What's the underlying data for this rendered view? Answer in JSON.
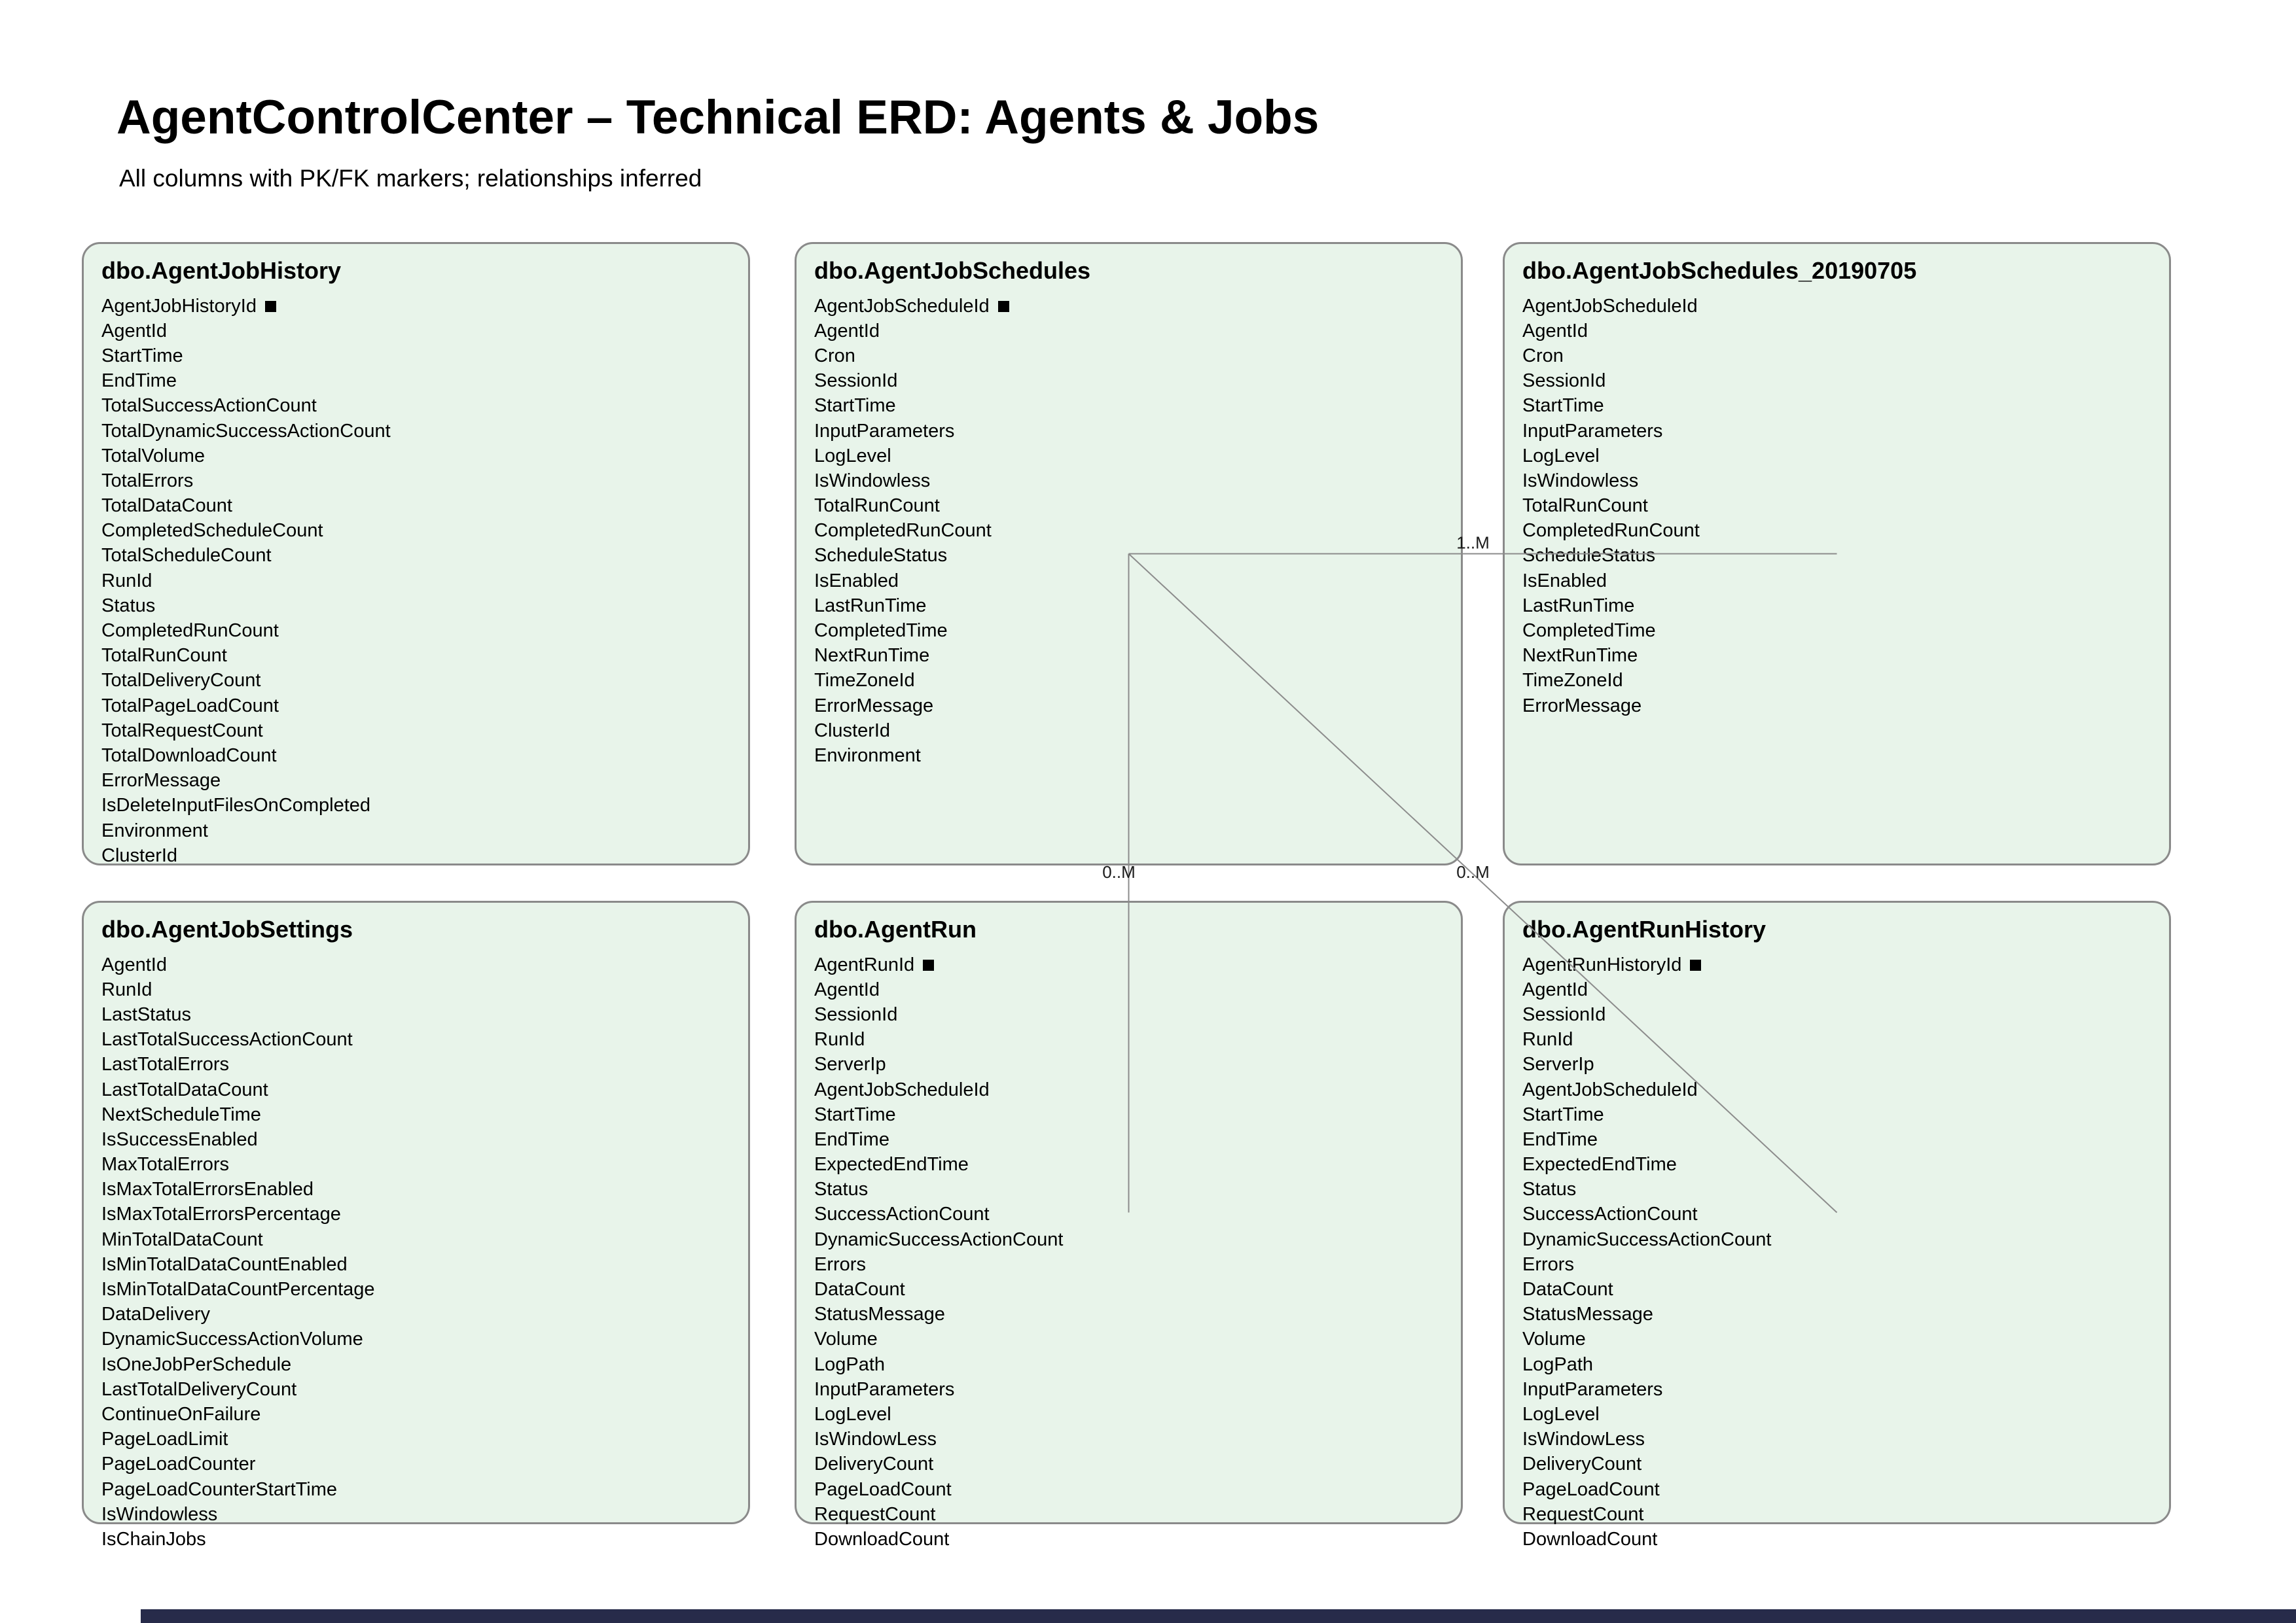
{
  "page": {
    "title": "AgentControlCenter – Technical ERD: Agents & Jobs",
    "subtitle": "All columns with PK/FK markers; relationships inferred"
  },
  "colors": {
    "background": "#ffffff",
    "entity_fill": "#e8f4ea",
    "entity_border": "#8a8a8a",
    "relationship_line": "#8c8c8c",
    "label_text": "#1a1a1a",
    "footer_bar": "#272b4a"
  },
  "entities": [
    {
      "name": "dbo.AgentJobHistory",
      "grid": {
        "row": 0,
        "col": 0
      },
      "pk_columns": [
        "AgentJobHistoryId"
      ],
      "columns": [
        "AgentJobHistoryId",
        "AgentId",
        "StartTime",
        "EndTime",
        "TotalSuccessActionCount",
        "TotalDynamicSuccessActionCount",
        "TotalVolume",
        "TotalErrors",
        "TotalDataCount",
        "CompletedScheduleCount",
        "TotalScheduleCount",
        "RunId",
        "Status",
        "CompletedRunCount",
        "TotalRunCount",
        "TotalDeliveryCount",
        "TotalPageLoadCount",
        "TotalRequestCount",
        "TotalDownloadCount",
        "ErrorMessage",
        "IsDeleteInputFilesOnCompleted",
        "Environment",
        "ClusterId"
      ]
    },
    {
      "name": "dbo.AgentJobSchedules",
      "grid": {
        "row": 0,
        "col": 1
      },
      "pk_columns": [
        "AgentJobScheduleId"
      ],
      "columns": [
        "AgentJobScheduleId",
        "AgentId",
        "Cron",
        "SessionId",
        "StartTime",
        "InputParameters",
        "LogLevel",
        "IsWindowless",
        "TotalRunCount",
        "CompletedRunCount",
        "ScheduleStatus",
        "IsEnabled",
        "LastRunTime",
        "CompletedTime",
        "NextRunTime",
        "TimeZoneId",
        "ErrorMessage",
        "ClusterId",
        "Environment"
      ]
    },
    {
      "name": "dbo.AgentJobSchedules_20190705",
      "grid": {
        "row": 0,
        "col": 2
      },
      "pk_columns": [],
      "columns": [
        "AgentJobScheduleId",
        "AgentId",
        "Cron",
        "SessionId",
        "StartTime",
        "InputParameters",
        "LogLevel",
        "IsWindowless",
        "TotalRunCount",
        "CompletedRunCount",
        "ScheduleStatus",
        "IsEnabled",
        "LastRunTime",
        "CompletedTime",
        "NextRunTime",
        "TimeZoneId",
        "ErrorMessage"
      ]
    },
    {
      "name": "dbo.AgentJobSettings",
      "grid": {
        "row": 1,
        "col": 0
      },
      "pk_columns": [],
      "columns": [
        "AgentId",
        "RunId",
        "LastStatus",
        "LastTotalSuccessActionCount",
        "LastTotalErrors",
        "LastTotalDataCount",
        "NextScheduleTime",
        "IsSuccessEnabled",
        "MaxTotalErrors",
        "IsMaxTotalErrorsEnabled",
        "IsMaxTotalErrorsPercentage",
        "MinTotalDataCount",
        "IsMinTotalDataCountEnabled",
        "IsMinTotalDataCountPercentage",
        "DataDelivery",
        "DynamicSuccessActionVolume",
        "IsOneJobPerSchedule",
        "LastTotalDeliveryCount",
        "ContinueOnFailure",
        "PageLoadLimit",
        "PageLoadCounter",
        "PageLoadCounterStartTime",
        "IsWindowless",
        "IsChainJobs"
      ]
    },
    {
      "name": "dbo.AgentRun",
      "grid": {
        "row": 1,
        "col": 1
      },
      "pk_columns": [
        "AgentRunId"
      ],
      "columns": [
        "AgentRunId",
        "AgentId",
        "SessionId",
        "RunId",
        "ServerIp",
        "AgentJobScheduleId",
        "StartTime",
        "EndTime",
        "ExpectedEndTime",
        "Status",
        "SuccessActionCount",
        "DynamicSuccessActionCount",
        "Errors",
        "DataCount",
        "StatusMessage",
        "Volume",
        "LogPath",
        "InputParameters",
        "LogLevel",
        "IsWindowLess",
        "DeliveryCount",
        "PageLoadCount",
        "RequestCount",
        "DownloadCount"
      ]
    },
    {
      "name": "dbo.AgentRunHistory",
      "grid": {
        "row": 1,
        "col": 2
      },
      "pk_columns": [
        "AgentRunHistoryId"
      ],
      "columns": [
        "AgentRunHistoryId",
        "AgentId",
        "SessionId",
        "RunId",
        "ServerIp",
        "AgentJobScheduleId",
        "StartTime",
        "EndTime",
        "ExpectedEndTime",
        "Status",
        "SuccessActionCount",
        "DynamicSuccessActionCount",
        "Errors",
        "DataCount",
        "StatusMessage",
        "Volume",
        "LogPath",
        "InputParameters",
        "LogLevel",
        "IsWindowLess",
        "DeliveryCount",
        "PageLoadCount",
        "RequestCount",
        "DownloadCount"
      ]
    }
  ],
  "relationships": [
    {
      "from": "dbo.AgentJobSchedules",
      "to": "dbo.AgentJobSchedules_20190705",
      "cardinality": "1..M"
    },
    {
      "from": "dbo.AgentJobSchedules",
      "to": "dbo.AgentRun",
      "cardinality": "0..M"
    },
    {
      "from": "dbo.AgentJobSchedules",
      "to": "dbo.AgentRunHistory",
      "cardinality": "0..M"
    }
  ]
}
